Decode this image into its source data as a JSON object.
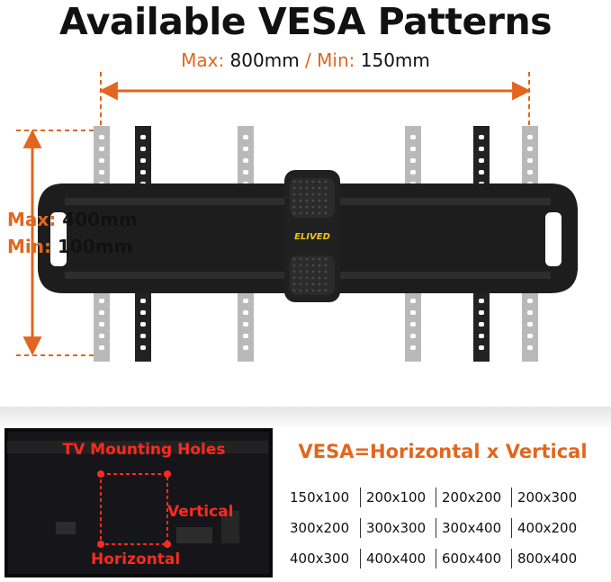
{
  "header": {
    "title": "Available VESA Patterns"
  },
  "horizontal_range": {
    "max_key": "Max:",
    "max_value": "800mm",
    "separator": "/",
    "min_key": "Min:",
    "min_value": "150mm"
  },
  "vertical_range": {
    "max_key": "Max:",
    "max_value": "400mm",
    "min_key": "Min:",
    "min_value": "100mm"
  },
  "mount": {
    "brand": "ELIVED"
  },
  "tv_diagram": {
    "heading": "TV Mounting Holes",
    "vertical_label": "Vertical",
    "horizontal_label": "Horizontal"
  },
  "vesa_info": {
    "formula": "VESA=Horizontal x Vertical",
    "patterns": [
      [
        "150x100",
        "200x100",
        "200x200",
        "200x300"
      ],
      [
        "300x200",
        "300x300",
        "300x400",
        "400x200"
      ],
      [
        "400x300",
        "400x400",
        "600x400",
        "800x400"
      ]
    ]
  },
  "colors": {
    "accent": "#e2661d",
    "tv_label": "#ff2a1e",
    "bracket_black": "#222222",
    "bracket_gray": "#b9b9b9"
  }
}
